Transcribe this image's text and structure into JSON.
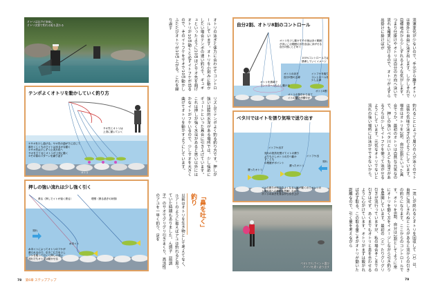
{
  "left_page": {
    "photo_caption": "オトリは泳がせ気味に\nオトリ次第で釣れる鮎も変わる",
    "box1": {
      "title": "テンポよくオトリを動かしていく釣り方",
      "note_rod": "サオ先とオトリは\n上流に動いていく",
      "note_water": "①サオを少し曲げる。サオ先の曲がりに応じて\n鼻をくじくものでイトはゆるかな動く\n②サオ先は少しずつ上流方向へ\nサオを立てるとオトリが上流に動く\n③その後のパターンを繰り返す",
      "note_bottom": "オトリ"
    },
    "box2": {
      "title": "押しの強い流れは少し強く引く",
      "label_left": "張る（押しでイトが強く張る）",
      "label_right": "理想（張る過ぎの状態）",
      "label_flow": "流れ",
      "label_ito": "水中イト",
      "note": "水中イトによってオトリのフケが\n張られるので、引きこむ力を少し\nフケを取って引くと押しの強い\n流れでもオトリは動かせる"
    },
    "text_block1": "オトリの泳ぎと体力に合わせてコントロールしています。オトリを小刻みに動かしたい場合テンポの速い釣りで、ギュギュといったように10㎝ほどサオ先を曲げオトリが10㎝動くと必ずイトフケが出るので、そのイトフケをサオで10㎝動かしふたたびオトリが10㎝上がる。これを繰り返す",
    "text_block2": "リズムでテンポよく釣る釣り方です。押しが強い比較的水深がある場所では、少し強めにギュートといった具合に引き上げています。これは押しが強く水深があると思い以外にはかなイトがフケいるので、少しサオを大きく曲げてオトリを動かすようにしています。",
    "section_heading": "「鼻を吐く」釣り",
    "text_block3": "以前はオトリを生き物として考えてなく、ルアーのように扱えばアユは釣れると思っていた時期もありました。ん調子（前調子）のサオでグリグリ引きまくり、高活性のアユを一早く釣り、足を",
    "footer": {
      "page": "78",
      "chapter": "第6章 ステップアップ"
    }
  },
  "right_page": {
    "box1": {
      "title": "自分2割、オトリ8割のコントロール",
      "note_top": "オトリを少し動かすその後は泳ぐ範囲\nがあいこの範囲の中を自由に泳がせる\n自分2割にとどめて",
      "note_mid": "100%コントロールではなく\n誘導していくイメージ",
      "note_left_fish": "オトリを誘導で\nコントロールも少し動ける",
      "note_fish1": "オトリの泳ぎ\n自分2割の主導",
      "note_fish2": "イトフケを取り\nコントロールを\n少し主導",
      "note_label": "オトリ8割",
      "note_bottom": "オトリの背中から出て\nイトの動きが穏やか"
    },
    "box2": {
      "title": "ペタ川ではイトを張り気味で送り出す",
      "label_itofuke": "イトフケ出す",
      "note": "流れの抵抗を受けてイトの張り\nよりも少しオトリの方へ動か\nすことも\nの程度がポイント",
      "label_fish1": "遅ったオトリ",
      "label_fish2": "遅ったオトリ",
      "label_itofuke2": "イトフケ出",
      "label_flow": "流れ",
      "note_bottom": "イトの張りが気持ちよくなると鮎が動くのでオトリの\n上流方向への移動を意識しながら\nオトリの泳ぎを見ながら引き上げ"
    },
    "photo_caption": "ペタ川でもポイント選び\nオトリを遠く送り出す",
    "text_block1": "流速変化が少ないので、手元から離すオトリは意外と自由に泳ぎ出します。しかしそれで目標地点から少しずれるような気がします。つまり仕掛けやオトリは自分の方向へ泳いで流れも確実にに受けるので、オトリがよずら出掛けに掛けばが",
    "text_block2": "釣れることによって周りの人が泳ぐのでトは張り気味で泳ぎ込むようにしています。場合はオトリを2割、自分8割といった具合でうか。最初のオトリは自然な元気なので、押しの強いペタ川といえども泳ぎがあるうちは少しでイトフケを使って泳がせるようにしています。元気なオトリでないと流れの強い場所には泳がせできないから。",
    "text_block3": "一流しが終わるとオトリを回収して（1）は、自然に流しきれぬところがあると流からの引きの釣りになります。ここからのコントロールです。オトリを8割、自分は2割としてように常にオトリを動く方をイメージしながら引き釣りを展開しています。最初の（ミ）たりグリグリ引きが流行っていますが、私の場合そこまでの引きはせず、あくまでもオトリと息を合わせるように心がけています。オトリがまずは飯がれば必ず取る。この取る量こそがオトリが動いた距離なので、引く量を考えながら",
    "footer": {
      "page": "79"
    }
  },
  "colors": {
    "accent": "#e07020",
    "box_border": "#e0a060",
    "water": "#9cc8e4"
  }
}
